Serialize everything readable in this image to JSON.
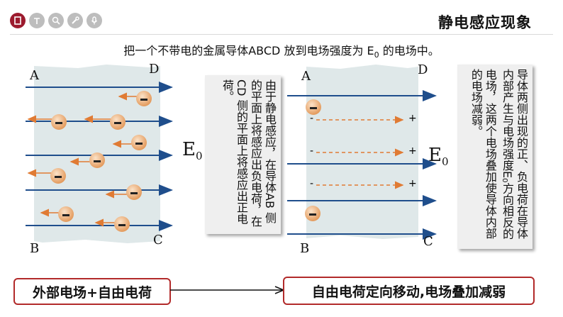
{
  "header": {
    "title": "静电感应现象",
    "toolbar_icons": [
      "stop-icon",
      "pin-icon",
      "search-icon",
      "tool-icon",
      "mic-icon"
    ]
  },
  "subtitle": {
    "text_before": "把一个不带电的金属导体ABCD 放到电场强度为 E",
    "sub": "0",
    "text_after": " 的电场中。"
  },
  "left_diagram": {
    "corner_a": "A",
    "corner_b": "B",
    "corner_c": "C",
    "corner_d": "D",
    "field_label": "E",
    "field_sub": "0",
    "charge_sign": "-"
  },
  "right_diagram": {
    "corner_a": "A",
    "corner_b": "B",
    "corner_c": "C",
    "corner_d": "D",
    "field_label": "E",
    "field_sub": "0",
    "minus_sign": "-",
    "plus_sign": "+"
  },
  "notes": {
    "left": "由于静电感应，在导体AB 侧的平面上将感应出负电荷，在 CD 侧的平面上将感应出正电荷。",
    "right_before": "导体两侧出现的正、负电荷在导体内部产生与电场强度E",
    "right_sub": "0",
    "right_after": "方向相反的电场，这两个电场叠加使导体内部的电场减弱。"
  },
  "flow": {
    "left": "外部电场+自由电荷",
    "right": "自由电荷定向移动,电场叠加减弱"
  },
  "colors": {
    "accent": "#9c1b2e",
    "field_line": "#1f4e8c",
    "conductor": "#dfe8e9",
    "charge": "#e9a56b",
    "move_arrow": "#e07b34",
    "flow_border": "#b22a2a"
  }
}
